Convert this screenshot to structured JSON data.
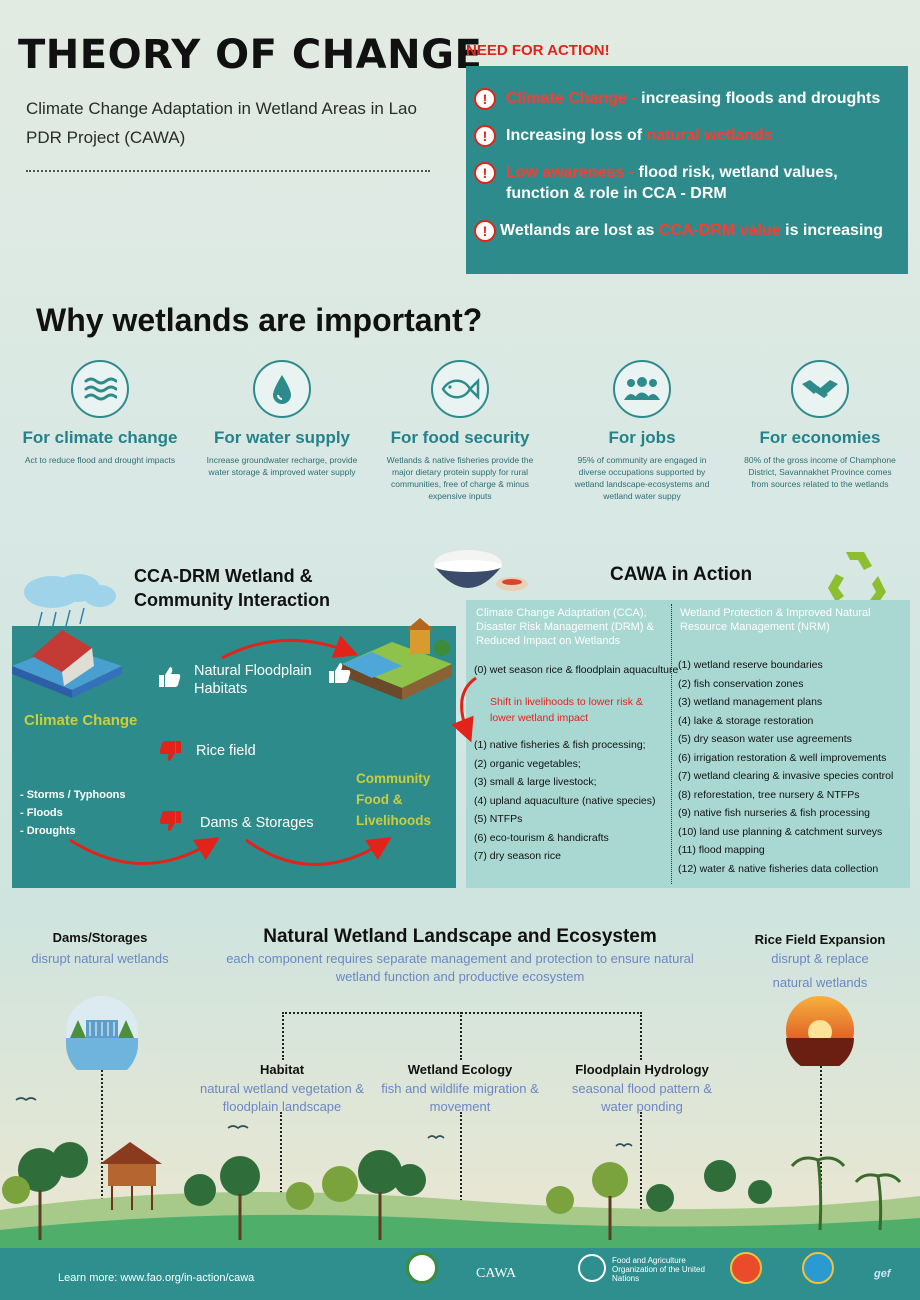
{
  "header": {
    "title": "THEORY OF CHANGE",
    "subtitle": "Climate Change Adaptation in Wetland Areas in Lao PDR Project (CAWA)"
  },
  "need_for_action": {
    "title": "NEED FOR ACTION!",
    "items": [
      {
        "red": "Climate Change - ",
        "text": "increasing floods and droughts"
      },
      {
        "text": "Increasing loss of ",
        "red": "natural wetlands"
      },
      {
        "red": "Low awareness - ",
        "text": "flood risk, wetland values, function & role in CCA - DRM"
      },
      {
        "text_before": "Wetlands are lost as ",
        "red": "CCA-DRM value",
        "text_after": " is increasing"
      }
    ]
  },
  "why": {
    "title": "Why wetlands are important?",
    "items": [
      {
        "icon": "waves-icon",
        "heading": "For climate change",
        "desc": "Act to reduce flood and drought impacts"
      },
      {
        "icon": "water-drop-icon",
        "heading": "For water supply",
        "desc": "Increase groundwater recharge, provide water storage & improved water supply"
      },
      {
        "icon": "fish-icon",
        "heading": "For food security",
        "desc": "Wetlands & native fisheries provide the major dietary protein supply for rural communities, free of charge & minus expensive inputs"
      },
      {
        "icon": "people-icon",
        "heading": "For jobs",
        "desc": "95% of community are engaged in diverse occupations supported by wetland landscape-ecosystems and wetland water suppy"
      },
      {
        "icon": "handshake-icon",
        "heading": "For economies",
        "desc": "80% of the gross income of Champhone District, Savannakhet Province comes from sources related to the wetlands"
      }
    ]
  },
  "cca": {
    "title": "CCA-DRM Wetland & Community Interaction",
    "climate_change": "Climate Change",
    "hazards": [
      "- Storms / Typhoons",
      "- Floods",
      "- Droughts"
    ],
    "habitats": "Natural Floodplain Habitats",
    "rice_field": "Rice field",
    "dams": "Dams & Storages",
    "community": "Community Food & Livelihoods"
  },
  "cawa": {
    "title": "CAWA in Action",
    "left_head": "Climate Change Adaptation (CCA), Disaster Risk Management (DRM) & Reduced Impact on Wetlands",
    "left_zero": "(0) wet season rice & floodplain aquaculture",
    "shift": "Shift in livelihoods to lower risk & lower wetland impact",
    "left_items": [
      "(1) native fisheries & fish processing;",
      "(2) organic vegetables;",
      "(3) small & large livestock;",
      "(4) upland aquaculture (native species)",
      "(5) NTFPs",
      "(6) eco-tourism & handicrafts",
      "(7) dry season rice"
    ],
    "right_head": "Wetland Protection & Improved Natural Resource Management (NRM)",
    "right_items": [
      "(1) wetland reserve boundaries",
      "(2) fish conservation zones",
      "(3) wetland management plans",
      "(4) lake & storage restoration",
      "(5) dry season water use agreements",
      "(6) irrigation restoration & well improvements",
      "(7) wetland clearing & invasive species control",
      "(8) reforestation, tree nursery & NTFPs",
      "(9) native fish nurseries & fish processing",
      "(10) land use planning & catchment surveys",
      "(11) flood mapping",
      "(12) water & native fisheries data collection"
    ]
  },
  "landscape": {
    "dams_head": "Dams/Storages",
    "dams_sub": "disrupt natural wetlands",
    "title": "Natural Wetland Landscape and Ecosystem",
    "subtitle": "each component requires separate management and protection to ensure natural wetland function and productive ecosystem",
    "rice_head": "Rice Field Expansion",
    "rice_sub1": "disrupt & replace",
    "rice_sub2": "natural wetlands",
    "habitat_head": "Habitat",
    "habitat_sub": "natural wetland vegetation & floodplain landscape",
    "ecology_head": "Wetland Ecology",
    "ecology_sub": "fish and wildlife migration & movement",
    "hydro_head": "Floodplain Hydrology",
    "hydro_sub": "seasonal flood pattern & water ponding"
  },
  "footer": {
    "learn_more": "Learn more: www.fao.org/in-action/cawa",
    "cawa_logo_text": "CAWA",
    "fao_text": "Food and Agriculture Organization of the United Nations",
    "gef_text": "gef"
  },
  "colors": {
    "teal": "#2e8b8b",
    "light_teal": "#a9d8d2",
    "red": "#e2231a",
    "yellow": "#c9cf3c"
  }
}
